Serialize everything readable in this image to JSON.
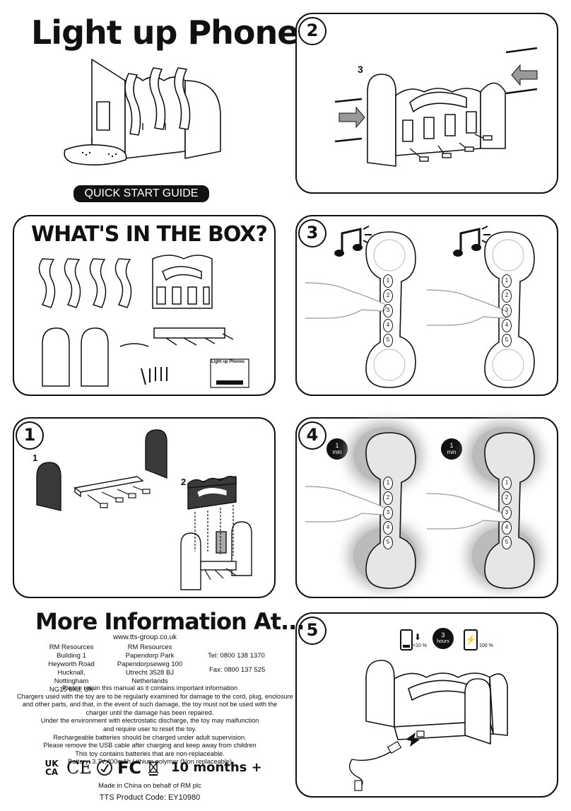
{
  "header": {
    "title": "Light up Phones",
    "guide_label": "QUICK START GUIDE"
  },
  "steps": {
    "box_title": "WHAT'S IN THE BOX?",
    "box_booklet_title": "Light up Phones",
    "step1": {
      "number": "1",
      "callout_a": "1",
      "callout_b": "2"
    },
    "step2": {
      "number": "2",
      "callout": "3"
    },
    "step3": {
      "number": "3"
    },
    "step4": {
      "number": "4",
      "timer_value": "1",
      "timer_unit": "min"
    },
    "step5": {
      "number": "5",
      "battery_low": "<10 %",
      "charge_time_value": "3",
      "charge_time_unit": "hours",
      "battery_full": "100 %"
    }
  },
  "phone_buttons": [
    "1",
    "2",
    "3",
    "4",
    "5"
  ],
  "info": {
    "title": "More Information At...",
    "website": "www.tts-group.co.uk",
    "address_uk": [
      "RM Resources",
      "Building 1",
      "Heyworth Road",
      "Hucknall, Nottingham",
      "NG15 6XJ, UK"
    ],
    "address_nl": [
      "RM Resources",
      "Papendorp Park",
      "Papendorpseweg 100",
      "Utrecht 3528 BJ",
      "Netherlands"
    ],
    "tel": "Tel: 0800 138 1370",
    "fax": "Fax: 0800 137 525",
    "notes": [
      "Please retain this manual as it contains important information",
      "Chargers used with the toy are to be regularly examined for damage to the cord, plug, enclosure",
      "and other parts, and that, in the event of such damage, the toy must not be used with the",
      "charger until the damage has been repaired.",
      "Under the environment with electrostatic discharge, the toy may malfunction",
      "and require user to reset the toy.",
      "Rechargeable batteries should be charged under adult supervision.",
      "Please remove the USB cable after charging and keep away from children",
      "This toy contains batteries that are non-replaceable.",
      "Battery: 3.7V,400mAh Lithium polymer (Non replaceable)"
    ],
    "marks": {
      "ukca_top": "UK",
      "ukca_bottom": "CA",
      "ce": "CE",
      "fc": "FC",
      "age": "10 months +"
    },
    "made_in": "Made in China on behalf of RM plc",
    "product_code": "TTS Product Code: EY10980"
  },
  "colors": {
    "ink": "#111111",
    "panel_bg": "#ffffff",
    "dark_part": "#3a3a3a",
    "glow": "#9a9a9a"
  },
  "icons": [
    "phone-holder-illustration",
    "handset-icon",
    "music-note-icon",
    "hand-pressing-icon",
    "alarm-clock-icon",
    "battery-low-icon",
    "battery-charging-icon",
    "usb-cable-icon",
    "screw-icon",
    "ukca-mark-icon",
    "ce-mark-icon",
    "fc-mark-icon",
    "rcm-mark-icon",
    "age-warning-icon"
  ]
}
